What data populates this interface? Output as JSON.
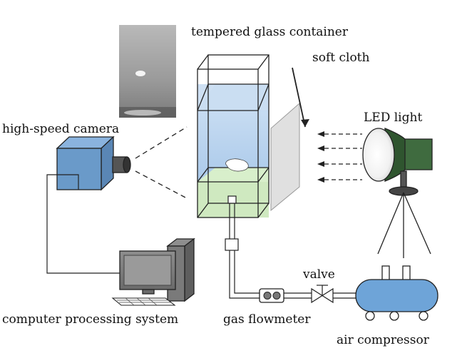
{
  "labels": {
    "container": "tempered glass container",
    "cloth": "soft cloth",
    "camera": "high-speed camera",
    "led": "LED light",
    "computer": "computer processing system",
    "flowmeter": "gas flowmeter",
    "valve": "valve",
    "compressor": "air compressor"
  },
  "colors": {
    "water": "#9cc0e6",
    "water_top": "#c7dcf2",
    "water_deep": "#bcd3ee",
    "green_base": "#cfe9c0",
    "camera_body": "#6a9ac9",
    "lamp": "#3f6b3f",
    "compressor": "#6ea4d8",
    "line": "#222222",
    "cloth": "#e0e0e0"
  }
}
